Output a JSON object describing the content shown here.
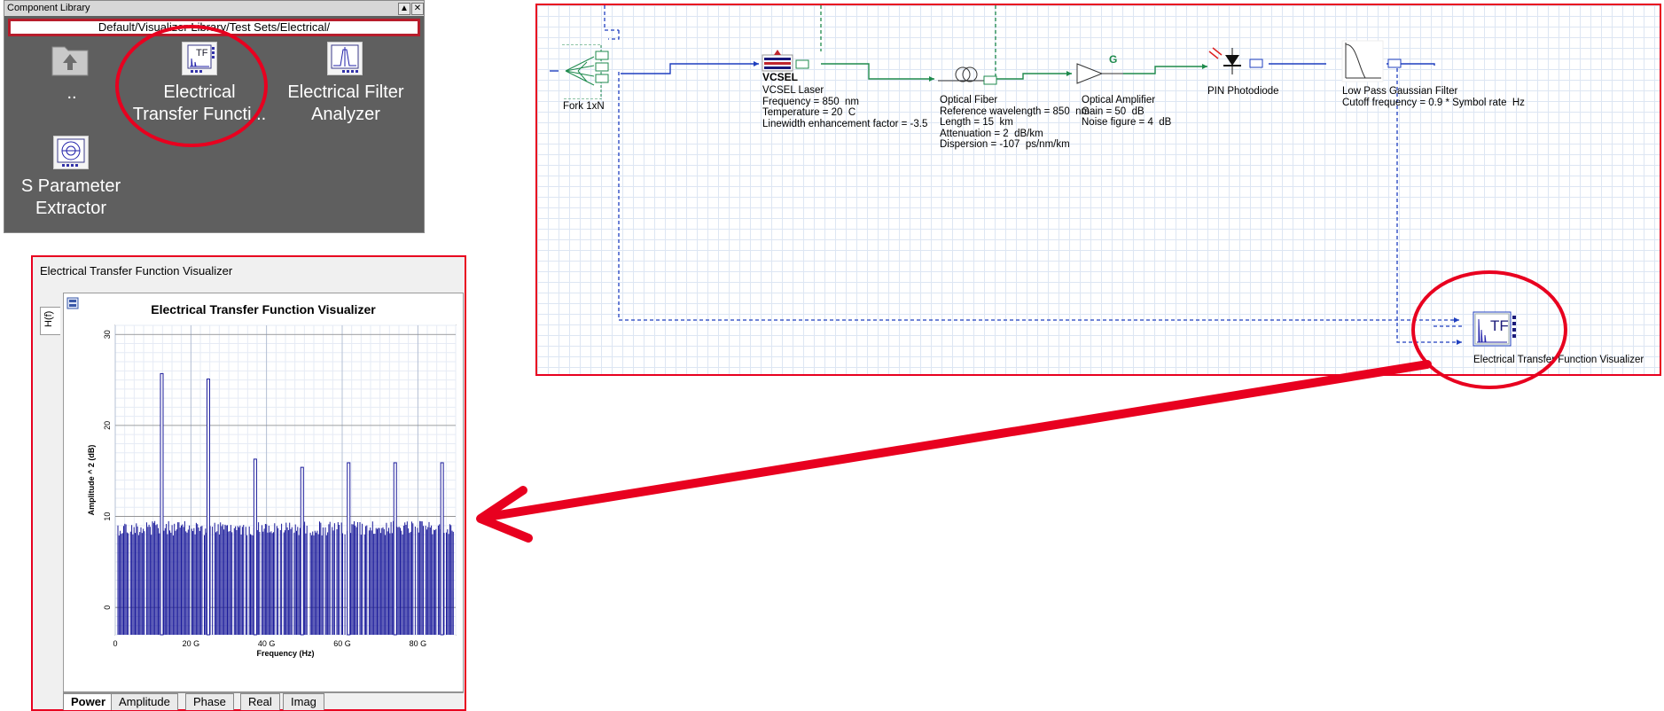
{
  "library": {
    "title": "Component Library",
    "path": "Default/Visualizer Library/Test Sets/Electrical/",
    "items": [
      {
        "label": ".."
      },
      {
        "label_line1": "Electrical",
        "label_line2": "Transfer Functi..."
      },
      {
        "label_line1": "Electrical Filter",
        "label_line2": "Analyzer"
      },
      {
        "label_line1": "S Parameter",
        "label_line2": "Extractor"
      }
    ],
    "min_btn": "▲",
    "close_btn": "✕"
  },
  "schematic": {
    "fork": {
      "label": "Fork 1xN"
    },
    "vcsel": {
      "icon_text": "VCSEL",
      "lines": [
        "VCSEL Laser",
        "Frequency = 850  nm",
        "Temperature = 20  C",
        "Linewidth enhancement factor = -3.5"
      ]
    },
    "fiber": {
      "lines": [
        "Optical Fiber",
        "Reference wavelength = 850  nm",
        "Length = 15  km",
        "Attenuation = 2  dB/km",
        "Dispersion = -107  ps/nm/km"
      ]
    },
    "amp": {
      "icon_text": "G",
      "lines": [
        "Optical Amplifier",
        "Gain = 50  dB",
        "Noise figure = 4  dB"
      ]
    },
    "pin": {
      "lines": [
        "PIN Photodiode"
      ]
    },
    "filter": {
      "lines": [
        "Low Pass Gaussian Filter",
        "Cutoff frequency = 0.9 * Symbol rate  Hz"
      ]
    },
    "visualizer": {
      "icon_text": "TF",
      "label": "Electrical Transfer Function Visualizer"
    }
  },
  "viz_window": {
    "title": "Electrical Transfer Function Visualizer",
    "side_tab": "H(f)",
    "tabs": [
      "Power",
      "Amplitude",
      "Phase",
      "Real",
      "Imag"
    ],
    "active_tab": "Power"
  },
  "chart_data": {
    "type": "bar",
    "title": "Electrical Transfer Function Visualizer",
    "xlabel": "Frequency (Hz)",
    "ylabel": "Amplitude ^ 2 (dB)",
    "xlim": [
      0,
      90
    ],
    "ylim": [
      -3,
      31
    ],
    "xticks": [
      0,
      20,
      40,
      60,
      80
    ],
    "xtick_labels": [
      "0",
      "20 G",
      "40 G",
      "60 G",
      "80 G"
    ],
    "yticks": [
      0,
      10,
      20,
      30
    ],
    "ytick_labels": [
      "0",
      "10",
      "20",
      "30"
    ],
    "grid": true,
    "baseline": -3,
    "noise_floor_approx": 9.5,
    "series": [
      {
        "color": "#1a1a9a",
        "peaks": [
          {
            "x": 12.3,
            "y": 25.7
          },
          {
            "x": 24.6,
            "y": 25.1
          },
          {
            "x": 37.0,
            "y": 16.3
          },
          {
            "x": 49.4,
            "y": 15.4
          },
          {
            "x": 61.7,
            "y": 15.9
          },
          {
            "x": 74.0,
            "y": 15.9
          },
          {
            "x": 86.4,
            "y": 15.9
          }
        ]
      }
    ]
  },
  "colors": {
    "highlight_red": "#e8001f",
    "blue_link": "#1f3fbf",
    "green_link": "#1e8a4c",
    "series": "#1a1a9a"
  }
}
